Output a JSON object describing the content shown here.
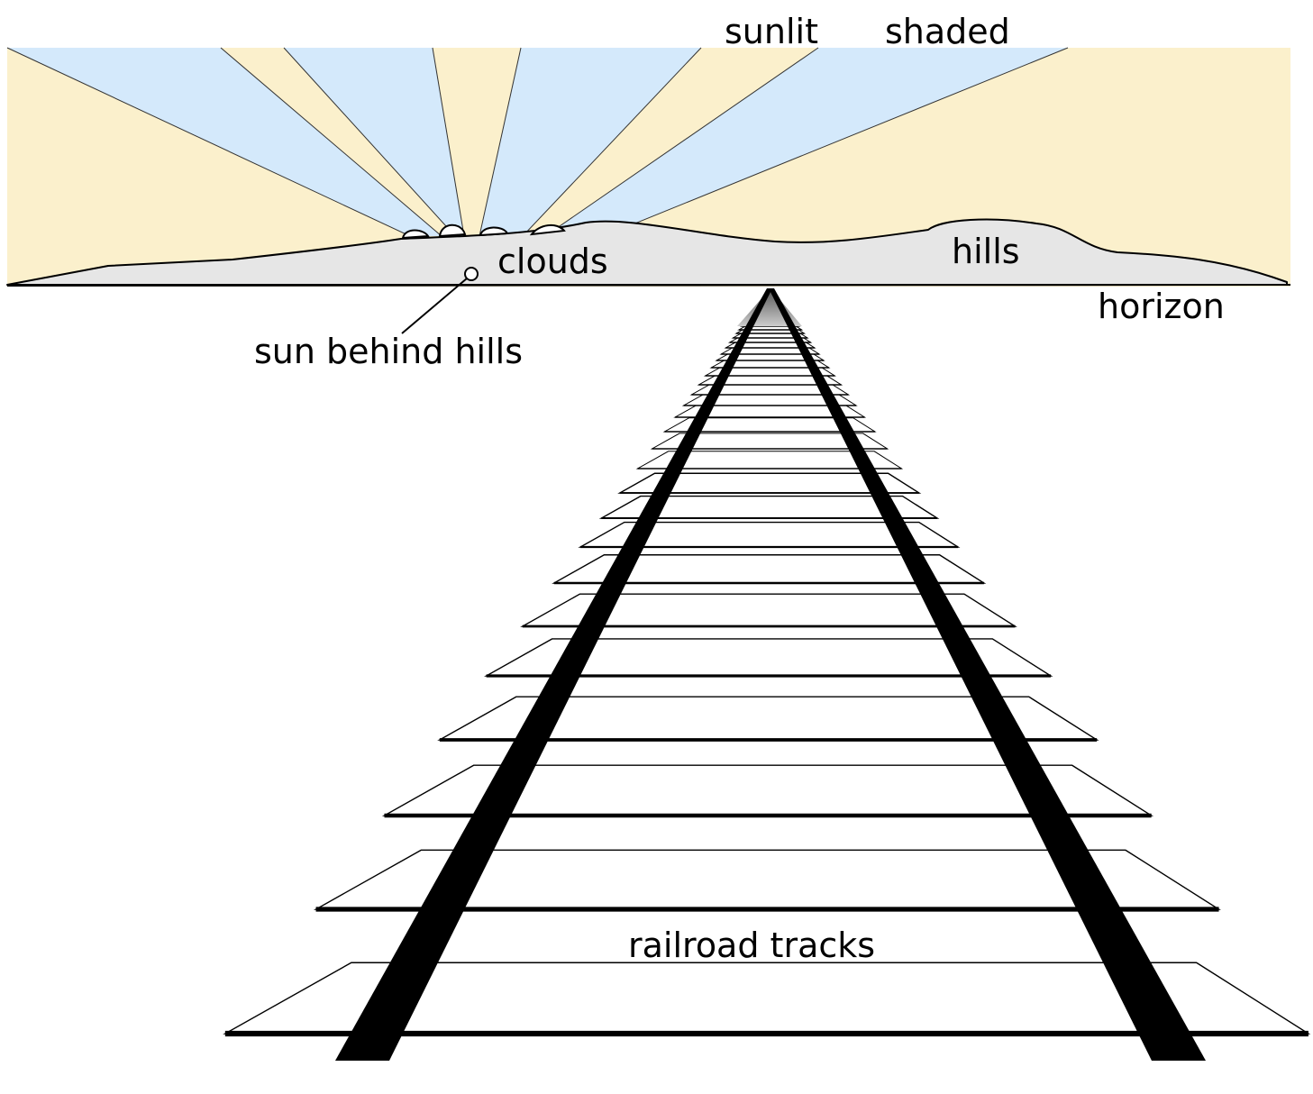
{
  "labels": {
    "sunlit": "sunlit",
    "shaded": "shaded",
    "clouds": "clouds",
    "hills": "hills",
    "horizon": "horizon",
    "sun": "sun behind hills",
    "tracks": "railroad tracks"
  },
  "colors": {
    "sunlit": "#fbf0cc",
    "shaded": "#d4e9fb",
    "hills": "#e6e6e6",
    "ink": "#000000"
  }
}
